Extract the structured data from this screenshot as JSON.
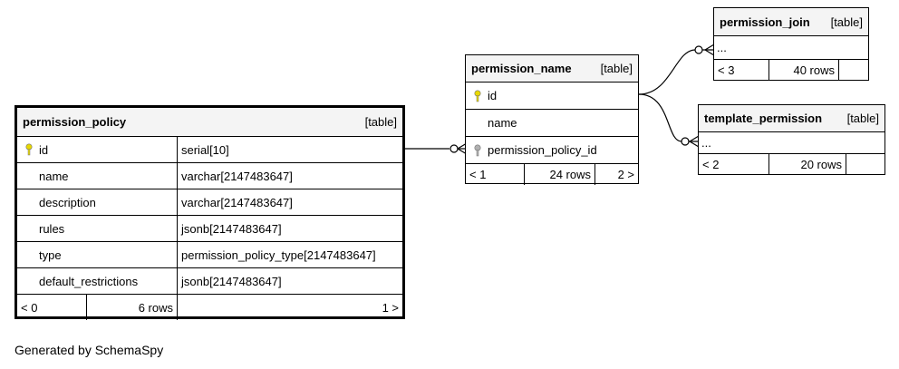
{
  "tables": {
    "permission_policy": {
      "name": "permission_policy",
      "tag": "[table]",
      "columns": [
        {
          "name": "id",
          "type": "serial[10]",
          "key": "primary"
        },
        {
          "name": "name",
          "type": "varchar[2147483647]",
          "key": "none"
        },
        {
          "name": "description",
          "type": "varchar[2147483647]",
          "key": "none"
        },
        {
          "name": "rules",
          "type": "jsonb[2147483647]",
          "key": "none"
        },
        {
          "name": "type",
          "type": "permission_policy_type[2147483647]",
          "key": "none"
        },
        {
          "name": "default_restrictions",
          "type": "jsonb[2147483647]",
          "key": "none"
        }
      ],
      "footer": {
        "parents": "< 0",
        "rows": "6 rows",
        "children": "1 >"
      }
    },
    "permission_name": {
      "name": "permission_name",
      "tag": "[table]",
      "columns": [
        {
          "name": "id",
          "key": "primary"
        },
        {
          "name": "name",
          "key": "none"
        },
        {
          "name": "permission_policy_id",
          "key": "foreign"
        }
      ],
      "footer": {
        "parents": "< 1",
        "rows": "24 rows",
        "children": "2 >"
      }
    },
    "permission_join": {
      "name": "permission_join",
      "tag": "[table]",
      "ellipsis": "...",
      "footer": {
        "parents": "< 3",
        "rows": "40 rows"
      }
    },
    "template_permission": {
      "name": "template_permission",
      "tag": "[table]",
      "ellipsis": "...",
      "footer": {
        "parents": "< 2",
        "rows": "20 rows"
      }
    }
  },
  "caption": "Generated by SchemaSpy",
  "colors": {
    "primary_key": "#e8d800",
    "foreign_key": "#b0b0b0",
    "header_bg": "#f4f4f4"
  },
  "icons": {
    "primary_key": "key-icon",
    "foreign_key": "key-icon"
  }
}
